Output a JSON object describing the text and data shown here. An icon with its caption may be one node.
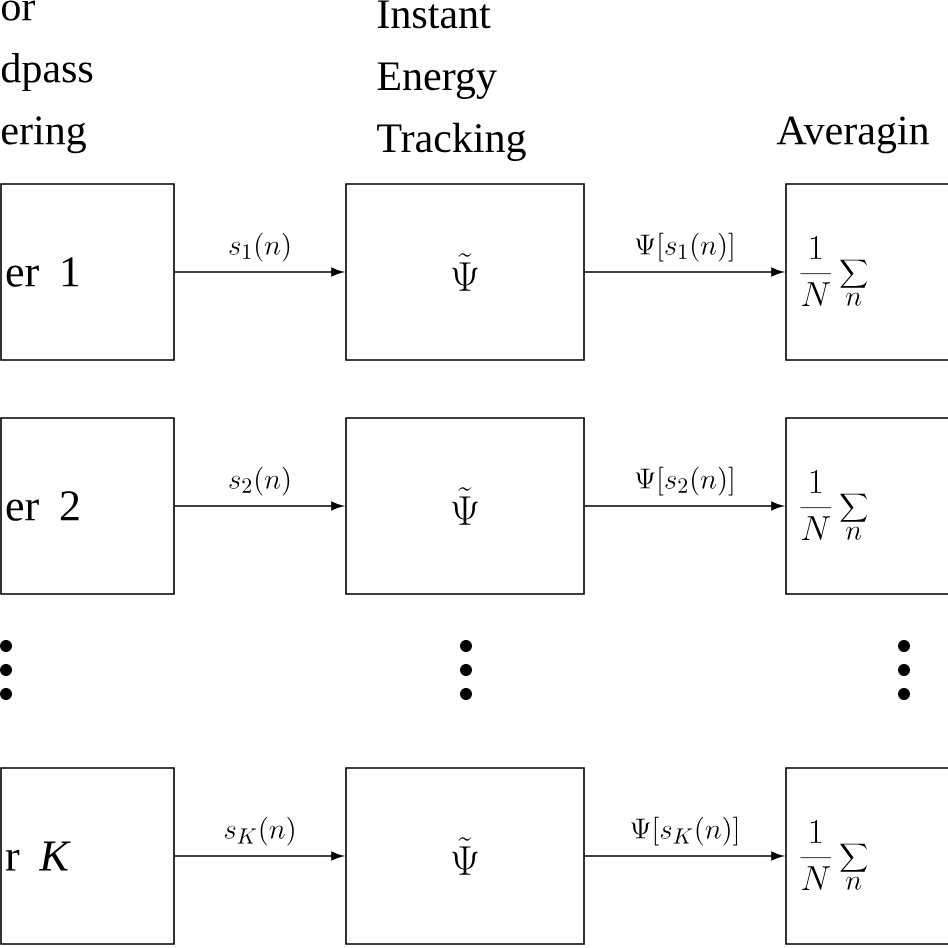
{
  "diagram": {
    "nodes": [
      {
        "text": [
          "er 1"
        ]
      },
      {
        "text": [
          "\\tilde{\\Psi}"
        ]
      },
      {
        "text": [
          "\\frac{1}{N}\\sum_{n}"
        ]
      },
      {
        "text": [
          "er 2"
        ]
      },
      {
        "text": [
          "\\tilde{\\Psi}"
        ]
      },
      {
        "text": [
          "\\frac{1}{N}\\sum_{n}"
        ]
      },
      {
        "text": [
          "r *K*"
        ]
      },
      {
        "text": [
          "\\tilde{\\Psi}"
        ]
      },
      {
        "text": [
          "\\frac{1}{N}\\sum_{n}"
        ]
      }
    ],
    "edges": [
      {
        "from": 0,
        "to": 1,
        "arrow": "to",
        "label": "s_1(n)"
      },
      {
        "from": 1,
        "to": 2,
        "arrow": "to",
        "label": "\\Psi[s_1(n)]"
      },
      {
        "from": 3,
        "to": 4,
        "arrow": "to",
        "label": "s_2(n)"
      },
      {
        "from": 4,
        "to": 5,
        "arrow": "to",
        "label": "\\Psi[s_2(n)]"
      },
      {
        "from": 6,
        "to": 7,
        "arrow": "to",
        "label": "s_K(n)"
      },
      {
        "from": 7,
        "to": 8,
        "arrow": "to",
        "label": "\\Psi[s_K(n)]"
      }
    ],
    "labels": [
      "or dpass ering",
      "Instant Energy Tracking",
      "Averagin"
    ]
  }
}
